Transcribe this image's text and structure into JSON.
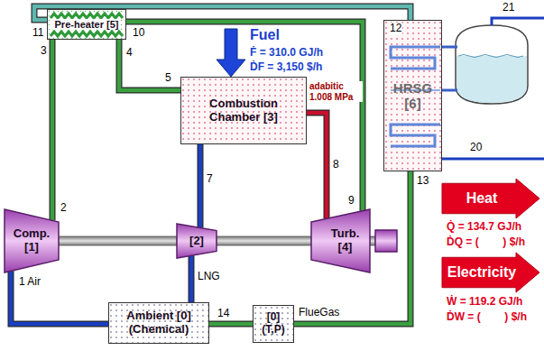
{
  "diagram": {
    "nodes": [
      {
        "text": [
          "Pre-heater [5]"
        ]
      },
      {
        "text": [
          "Combustion Chamber [3]"
        ]
      },
      {
        "text": [
          "Comp. [1]"
        ]
      },
      {
        "text": [
          "[2]"
        ]
      },
      {
        "text": [
          "Turb. [4]"
        ]
      },
      {
        "text": [
          "HRSG [6]"
        ]
      },
      {
        "text": [
          "Heat"
        ]
      },
      {
        "text": [
          "Electricity"
        ]
      },
      {
        "text": [
          "Ambient [0] (Chemical)"
        ]
      },
      {
        "text": [
          "[0] (T,P)"
        ]
      }
    ],
    "edges": [
      {
        "from": 2,
        "to": 0,
        "arrow": "none"
      },
      {
        "from": 0,
        "to": 1,
        "arrow": "none"
      },
      {
        "from": 3,
        "to": 1,
        "arrow": "none"
      },
      {
        "from": 1,
        "to": 4,
        "arrow": "none"
      },
      {
        "from": 4,
        "to": 0,
        "arrow": "none"
      },
      {
        "from": 0,
        "to": 5,
        "arrow": "none"
      },
      {
        "from": 5,
        "to": 9,
        "arrow": "none"
      },
      {
        "from": 9,
        "to": 8,
        "arrow": "none"
      },
      {
        "from": 8,
        "to": 2,
        "arrow": "none"
      },
      {
        "from": 8,
        "to": 3,
        "arrow": "none"
      },
      {
        "from": 2,
        "to": 3,
        "arrow": "none"
      },
      {
        "from": 3,
        "to": 4,
        "arrow": "none"
      }
    ],
    "labels": [
      "Fuel",
      "Ḟ = 310.0 GJ/h",
      "ḊF = 3,150 $/h",
      "adabitic 1.008 MPa",
      "Q̇ = 134.7 GJ/h",
      "ḊQ = (        ) $/h",
      "Ẇ = 119.2 GJ/h",
      "ḊW = (        ) $/h",
      "1 Air",
      "LNG",
      "FlueGas",
      "2",
      "3",
      "4",
      "5",
      "7",
      "8",
      "9",
      "10",
      "11",
      "12",
      "13",
      "14",
      "20",
      "21"
    ]
  }
}
